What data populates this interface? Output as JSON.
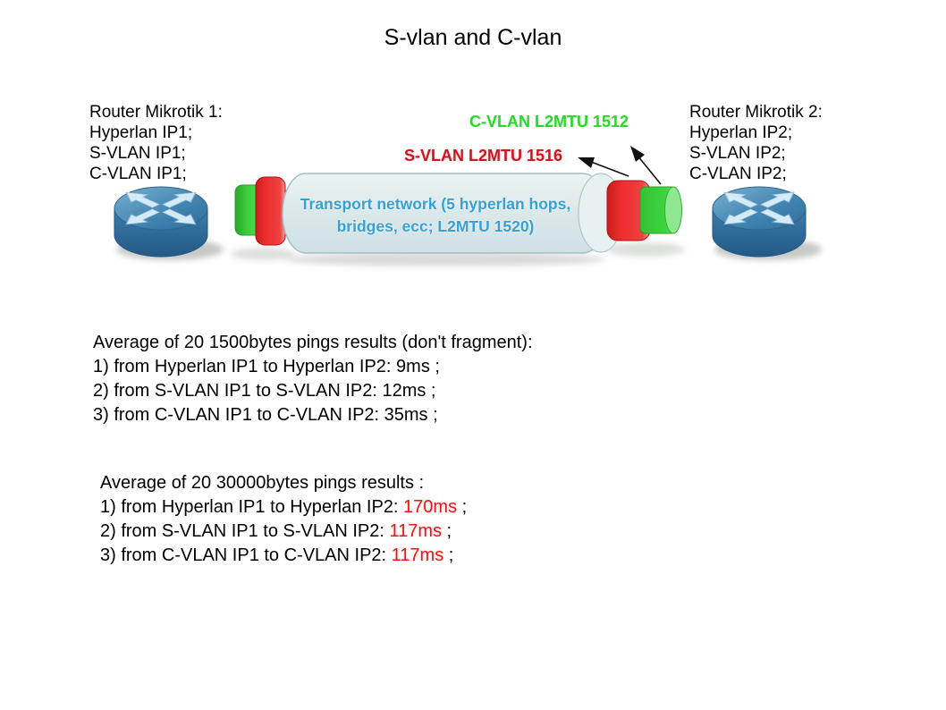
{
  "page": {
    "title": "S-vlan and C-vlan",
    "background": "#ffffff"
  },
  "routers": {
    "left": {
      "lines": [
        "Router Mikrotik 1:",
        "Hyperlan IP1;",
        "S-VLAN IP1;",
        "C-VLAN IP1;"
      ]
    },
    "right": {
      "lines": [
        "Router Mikrotik 2:",
        "Hyperlan IP2;",
        "S-VLAN IP2;",
        "C-VLAN IP2;"
      ]
    }
  },
  "labels": {
    "cvlan": {
      "text": "C-VLAN L2MTU 1512",
      "color": "#2fd42f"
    },
    "svlan": {
      "text": "S-VLAN L2MTU 1516",
      "color": "#cc1620"
    }
  },
  "transport_tube": {
    "line1": "Transport network (5 hyperlan hops,",
    "line2": "bridges, ecc; L2MTU 1520)",
    "text_color": "#3a9fd3",
    "fill_color": "#dce9eb",
    "ring_color": "#ee2f2f",
    "cap_color": "#3ed43e"
  },
  "icons": {
    "router": "crossed-arrows-router-icon",
    "router_color": "#3a7aa9"
  },
  "ping_1500": {
    "heading": "Average of 20 1500bytes pings results (don't fragment):",
    "lines": [
      "1) from Hyperlan IP1 to Hyperlan IP2: 9ms ;",
      "2) from S-VLAN IP1 to S-VLAN IP2: 12ms ;",
      "3) from C-VLAN IP1 to C-VLAN IP2: 35ms ;"
    ]
  },
  "ping_30000": {
    "heading": "Average of 20 30000bytes pings results :",
    "value_color": "#e11b1b",
    "lines": [
      {
        "prefix": "1) from Hyperlan IP1 to Hyperlan IP2: ",
        "value": "170ms",
        "suffix": " ;"
      },
      {
        "prefix": "2) from S-VLAN IP1 to S-VLAN IP2: ",
        "value": "117ms",
        "suffix": " ;"
      },
      {
        "prefix": "3) from C-VLAN IP1 to C-VLAN IP2: ",
        "value": "117ms",
        "suffix": " ;"
      }
    ]
  }
}
